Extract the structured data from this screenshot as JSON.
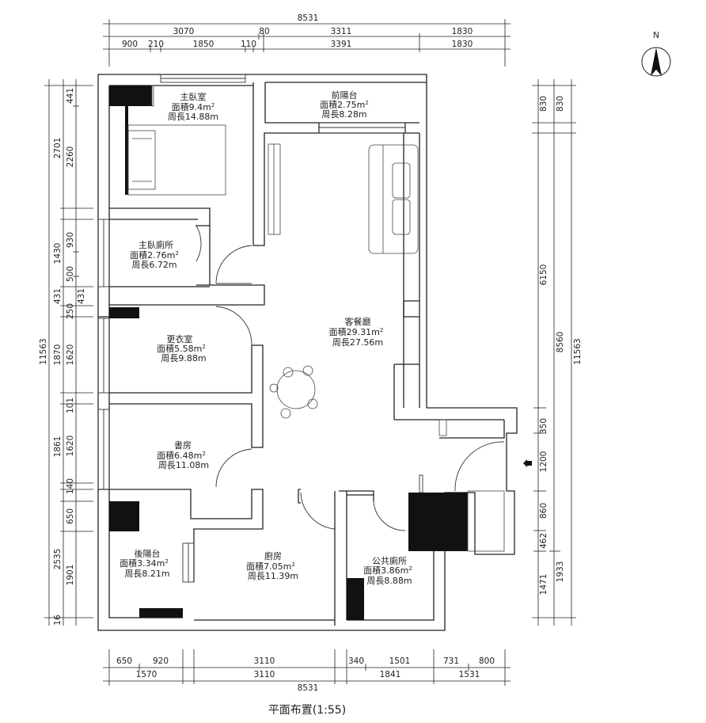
{
  "title": "平面布置(1:55)",
  "compass": "N",
  "rooms": {
    "master_bedroom": {
      "name": "主臥室",
      "area": "面積9.4m",
      "perimeter": "周長14.88m"
    },
    "front_balcony": {
      "name": "前陽台",
      "area": "面積2.75m",
      "perimeter": "周長8.28m"
    },
    "master_toilet": {
      "name": "主臥廁所",
      "area": "面積2.76m",
      "perimeter": "周長6.72m"
    },
    "living_dining": {
      "name": "客餐廳",
      "area": "面積29.31m",
      "perimeter": "周長27.56m"
    },
    "dressing_room": {
      "name": "更衣室",
      "area": "面積5.58m",
      "perimeter": "周長9.88m"
    },
    "study": {
      "name": "書房",
      "area": "面積6.48m",
      "perimeter": "周長11.08m"
    },
    "rear_balcony": {
      "name": "後陽台",
      "area": "面積3.34m",
      "perimeter": "周長8.21m"
    },
    "kitchen": {
      "name": "廚房",
      "area": "面積7.05m",
      "perimeter": "周長11.39m"
    },
    "public_toilet": {
      "name": "公共廁所",
      "area": "面積3.86m",
      "perimeter": "周長8.88m"
    }
  },
  "superscript": "2",
  "dims": {
    "top_total": "8531",
    "top_row1": [
      "3070",
      "80",
      "3311",
      "1830"
    ],
    "top_row2": [
      "900",
      "210",
      "1850",
      "110",
      "3391",
      "1830"
    ],
    "bottom_row1": [
      "650",
      "920",
      "3110",
      "340",
      "1501",
      "731",
      "800"
    ],
    "bottom_row2": [
      "1570",
      "3110",
      "1841",
      "1531"
    ],
    "bottom_total": "8531",
    "left_outer": "11563",
    "left_mid": [
      "2701",
      "1430",
      "431",
      "1870",
      "1861",
      "2535",
      "16"
    ],
    "left_inner": [
      "441",
      "2260",
      "930",
      "500",
      "250",
      "1620",
      "101",
      "1620",
      "140",
      "650",
      "1901"
    ],
    "left_extra": "431",
    "right_inner": [
      "830",
      "6150",
      "350",
      "1200",
      "860",
      "462",
      "1471"
    ],
    "right_mid": [
      "830",
      "8560",
      "1933"
    ],
    "right_outer": "11563"
  }
}
